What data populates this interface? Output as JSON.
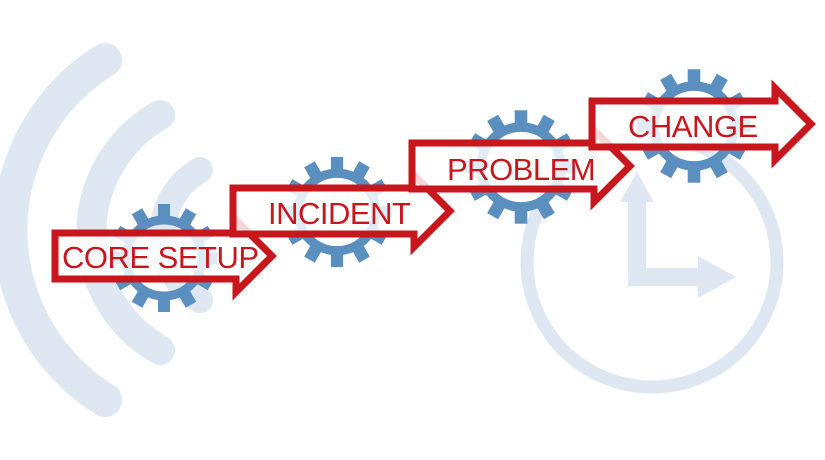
{
  "diagram": {
    "steps": [
      {
        "label": "CORE SETUP"
      },
      {
        "label": "INCIDENT"
      },
      {
        "label": "PROBLEM"
      },
      {
        "label": "CHANGE"
      }
    ]
  },
  "colors": {
    "arrow_red": "#c8161d",
    "gear_blue": "#5b8fc0",
    "background_shape": "#dfe8f2"
  },
  "icons": {
    "background_left": "signal-waves-icon",
    "background_right": "clock-icon",
    "step_marker": "gear-icon",
    "step_connector": "arrow-right-icon"
  }
}
